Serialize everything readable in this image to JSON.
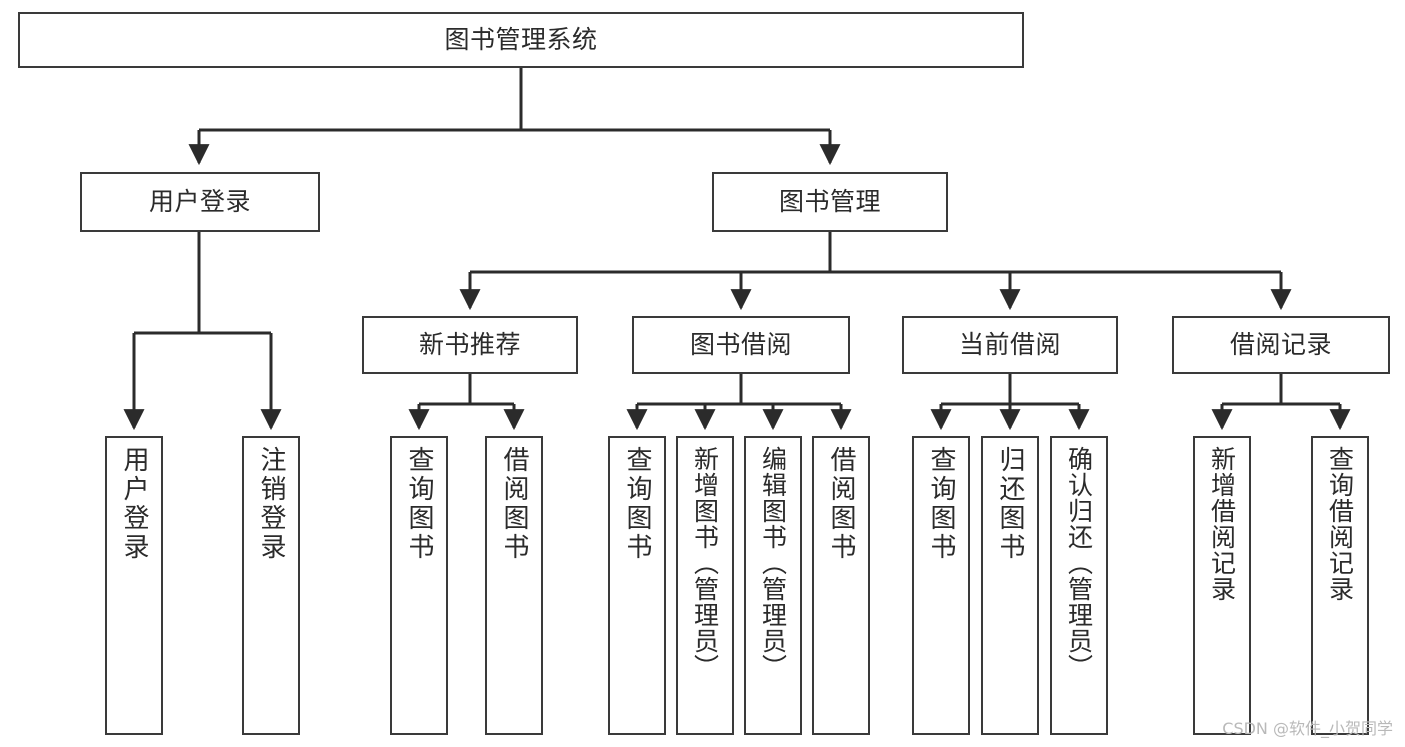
{
  "diagram": {
    "title": "图书管理系统",
    "watermark": "CSDN @软件_小贺同学",
    "colors": {
      "box_border": "#3a3a3a",
      "box_fill": "#ffffff",
      "connector": "#2b2b2b",
      "text": "#2b2b2b",
      "watermark": "#b9b9b9",
      "background": "#ffffff"
    },
    "root": {
      "label": "图书管理系统"
    },
    "level2": [
      {
        "label": "用户登录"
      },
      {
        "label": "图书管理"
      }
    ],
    "level3": [
      {
        "label": "新书推荐"
      },
      {
        "label": "图书借阅"
      },
      {
        "label": "当前借阅"
      },
      {
        "label": "借阅记录"
      }
    ],
    "leaves": {
      "user_login": [
        {
          "label": "用户登录"
        },
        {
          "label": "注销登录"
        }
      ],
      "new_book_recommend": [
        {
          "label": "查询图书"
        },
        {
          "label": "借阅图书"
        }
      ],
      "book_borrow": [
        {
          "label": "查询图书"
        },
        {
          "label": "新增图书（管理员）"
        },
        {
          "label": "编辑图书（管理员）"
        },
        {
          "label": "借阅图书"
        }
      ],
      "current_borrow": [
        {
          "label": "查询图书"
        },
        {
          "label": "归还图书"
        },
        {
          "label": "确认归还（管理员）"
        }
      ],
      "borrow_records": [
        {
          "label": "新增借阅记录"
        },
        {
          "label": "查询借阅记录"
        }
      ]
    }
  }
}
